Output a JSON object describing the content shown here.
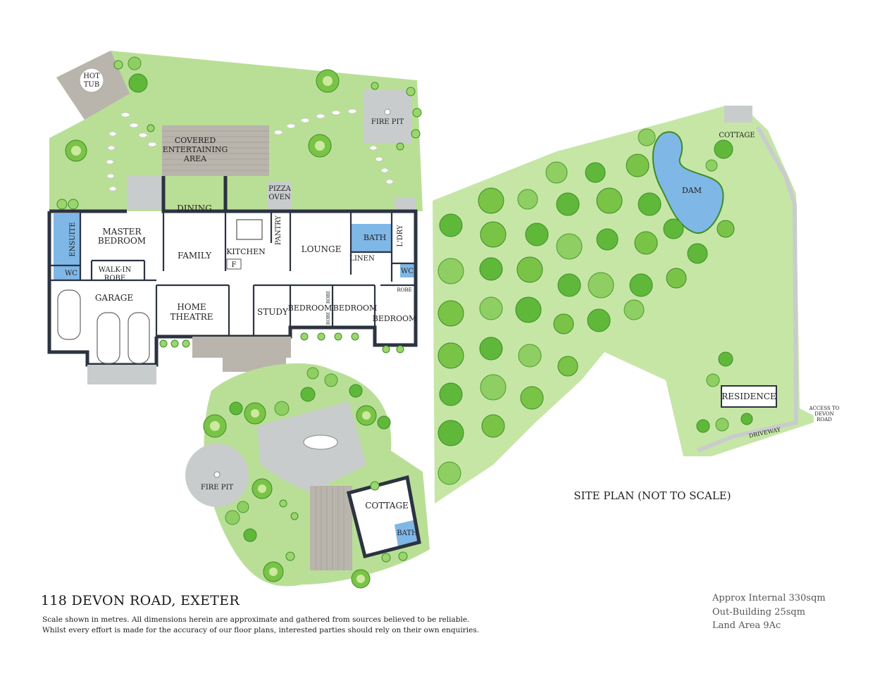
{
  "title": "118 DEVON ROAD, EXETER",
  "disclaimer": {
    "line1": "Scale shown in metres.  All dimensions herein are approximate and gathered from sources believed to be  reliable.",
    "line2": " Whilst every effort is made for the accuracy of our floor plans, interested parties should rely on their own enquiries."
  },
  "areas": {
    "internal": "Approx Internal 330sqm",
    "outbuilding": "Out-Building 25sqm",
    "land": "Land Area 9Ac"
  },
  "site_plan_title": "SITE PLAN (NOT TO SCALE)",
  "rooms": {
    "hot_tub_1": "HOT",
    "hot_tub_2": "TUB",
    "fire_pit": "FIRE PIT",
    "covered_1": "COVERED",
    "covered_2": "ENTERTAINING",
    "covered_3": "AREA",
    "pizza_1": "PIZZA",
    "pizza_2": "OVEN",
    "dining": "DINING",
    "family": "FAMILY",
    "kitchen": "KITCHEN",
    "pantry": "PANTRY",
    "fridge": "F",
    "lounge": "LOUNGE",
    "bath": "BATH",
    "laundry": "L'DRY",
    "linen": "LINEN",
    "wc": "WC",
    "robe": "ROBE",
    "master_1": "MASTER",
    "master_2": "BEDROOM",
    "ensuite": "ENSUITE",
    "walkin_1": "WALK-IN",
    "walkin_2": "ROBE",
    "garage": "GARAGE",
    "home_theatre_1": "HOME",
    "home_theatre_2": "THEATRE",
    "study": "STUDY",
    "bedroom": "BEDROOM"
  },
  "outbuilding": {
    "fire_pit": "FIRE PIT",
    "cottage": "COTTAGE",
    "bath": "BATH"
  },
  "site": {
    "cottage": "COTTAGE",
    "dam": "DAM",
    "residence": "RESIDENCE",
    "driveway": "DRIVEWAY",
    "access_1": "ACCESS TO",
    "access_2": "DEVON",
    "access_3": "ROAD"
  },
  "colors": {
    "grass": "#b9df97",
    "water": "#7fb7e6",
    "paving": "#c9cccc",
    "walls": "#2c3340"
  }
}
